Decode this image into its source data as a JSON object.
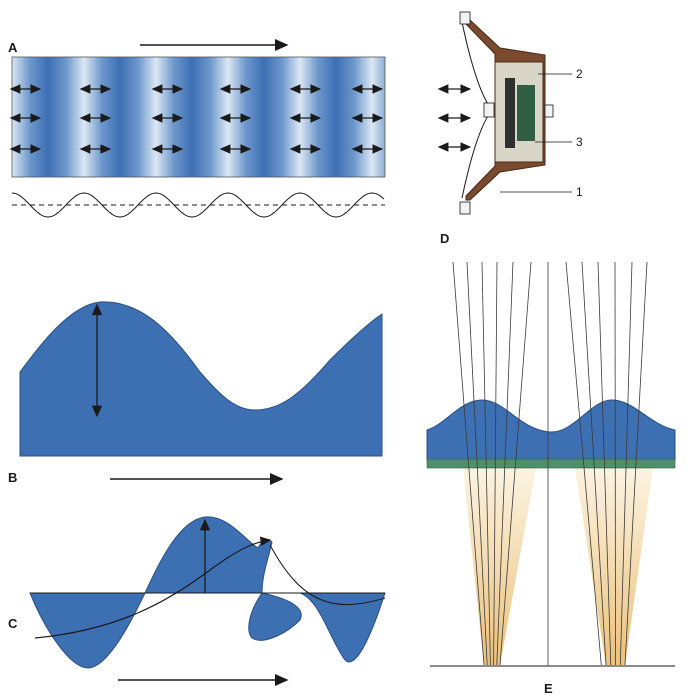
{
  "panels": {
    "a": {
      "label": "A"
    },
    "b": {
      "label": "B"
    },
    "c": {
      "label": "C"
    },
    "d": {
      "label": "D",
      "callouts": [
        "2",
        "3",
        "1"
      ]
    },
    "e": {
      "label": "E"
    }
  },
  "colors": {
    "wave_blue": "#3d6fb3",
    "wave_light": "#dbe7f4",
    "speaker_brown": "#7a4a2e",
    "glass_green": "#4f8f6a",
    "light_beam": "#f0c97a",
    "line": "#1a1a1a"
  }
}
